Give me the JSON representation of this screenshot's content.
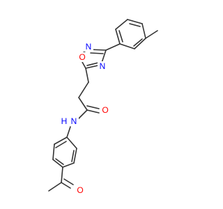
{
  "molecule": {
    "atom_labels": {
      "oxadiazole_o": "O",
      "oxadiazole_n2": "N",
      "oxadiazole_n4": "N",
      "amide_nh": "H",
      "amide_n": "N",
      "amide_o": "O",
      "ketone_o": "O"
    },
    "colors": {
      "bond": "#333333",
      "oxygen": "#ff0000",
      "nitrogen": "#0000ff"
    }
  }
}
